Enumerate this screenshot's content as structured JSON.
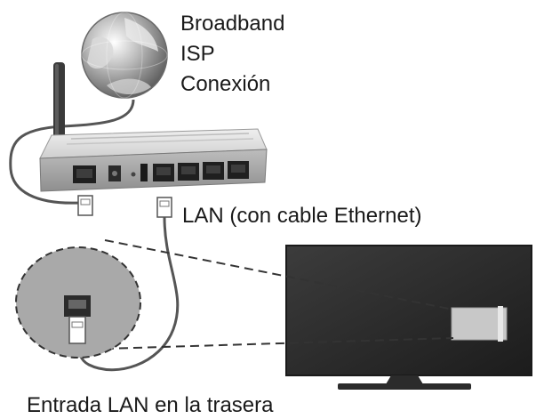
{
  "labels": {
    "isp_line1": "Broadband",
    "isp_line2": "ISP",
    "isp_line3": "Conexión",
    "lan": "LAN (con cable Ethernet)",
    "tv_input": "Entrada LAN en la trasera"
  },
  "icons": {
    "internet": "globe-icon",
    "router": "router-icon",
    "antenna": "antenna-icon",
    "tv": "tv-icon",
    "plug": "ethernet-plug-icon",
    "port": "ethernet-port-icon"
  },
  "colors": {
    "cable": "#555555",
    "tv_frame": "#2b2b2b",
    "tv_port_panel": "#c8c8c8",
    "zoom_circle": "#a9a9a9",
    "router_body": "#dcdcdc",
    "text": "#1a1a1a"
  }
}
